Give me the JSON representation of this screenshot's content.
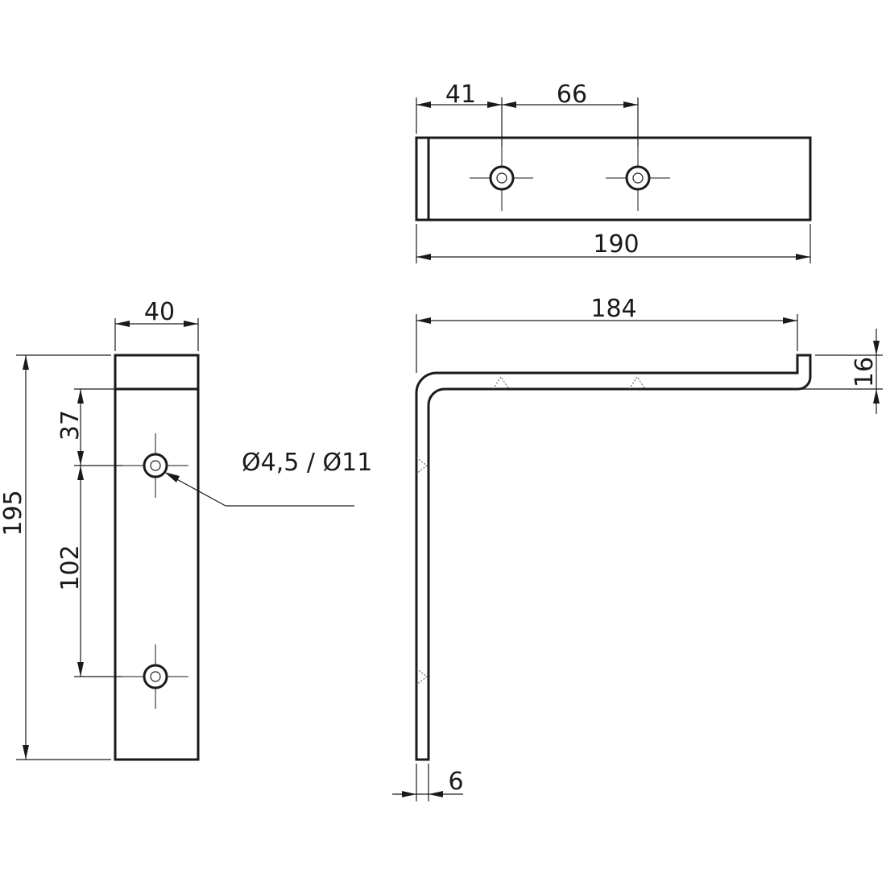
{
  "dimensions": {
    "top_view": {
      "hole_offset": "41",
      "hole_spacing": "66",
      "overall_length": "190"
    },
    "front_view": {
      "width": "40",
      "height": "195",
      "first_hole_offset": "37",
      "hole_spacing": "102",
      "hole_diameters": "Ø4,5 / Ø11"
    },
    "side_view": {
      "length": "184",
      "lip_height": "16",
      "thickness": "6"
    }
  }
}
